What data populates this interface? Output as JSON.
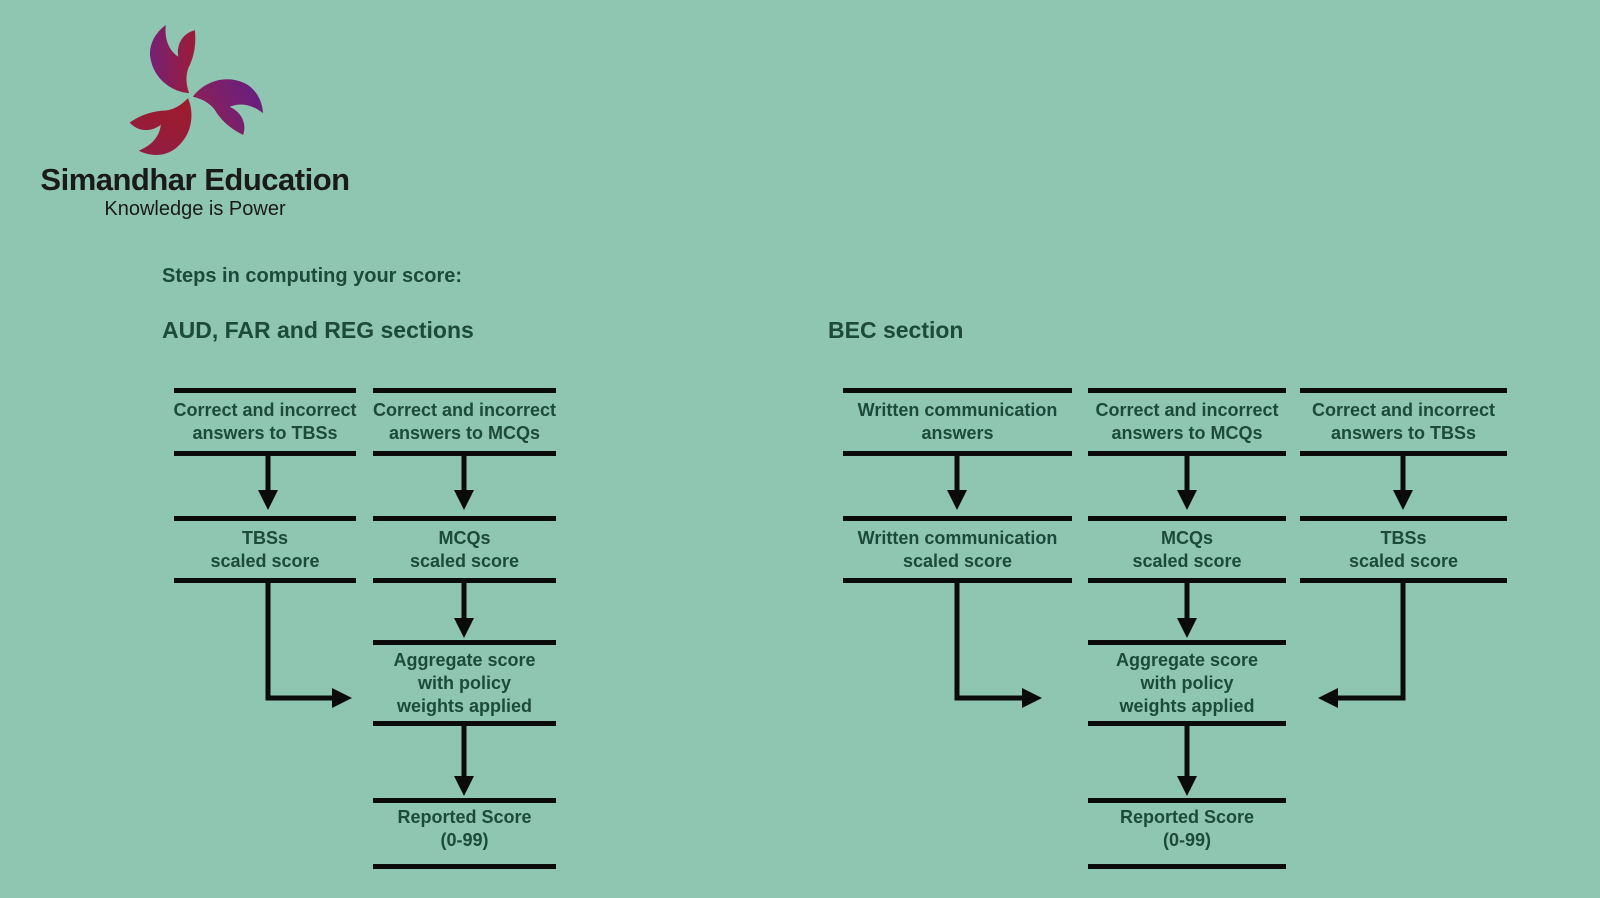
{
  "colors": {
    "background": "#8fc6b2",
    "text_green": "#1d4a3a",
    "line": "#0b0b0b",
    "logo_text": "#1a1a1a",
    "logo_purple": "#6f2180",
    "logo_red": "#9c1b2e"
  },
  "logo": {
    "icon": "simandhar-flower-icon",
    "name": "Simandhar Education",
    "tagline": "Knowledge is Power"
  },
  "intro_heading": "Steps in computing your score:",
  "sections": {
    "left": {
      "heading": "AUD, FAR and REG sections",
      "boxes": {
        "tbs_answers": "Correct and incorrect\nanswers to TBSs",
        "mcq_answers": "Correct and incorrect\nanswers to MCQs",
        "tbs_scaled": "TBSs\nscaled score",
        "mcq_scaled": "MCQs\nscaled score",
        "aggregate": "Aggregate score\nwith policy\nweights applied",
        "reported": "Reported Score\n(0-99)"
      }
    },
    "right": {
      "heading": "BEC section",
      "boxes": {
        "wc_answers": "Written communication\nanswers",
        "mcq_answers": "Correct and incorrect\nanswers to MCQs",
        "tbs_answers": "Correct and incorrect\nanswers to TBSs",
        "wc_scaled": "Written communication\nscaled score",
        "mcq_scaled": "MCQs\nscaled score",
        "tbs_scaled": "TBSs\nscaled score",
        "aggregate": "Aggregate score\nwith policy\nweights applied",
        "reported": "Reported Score\n(0-99)"
      }
    }
  }
}
